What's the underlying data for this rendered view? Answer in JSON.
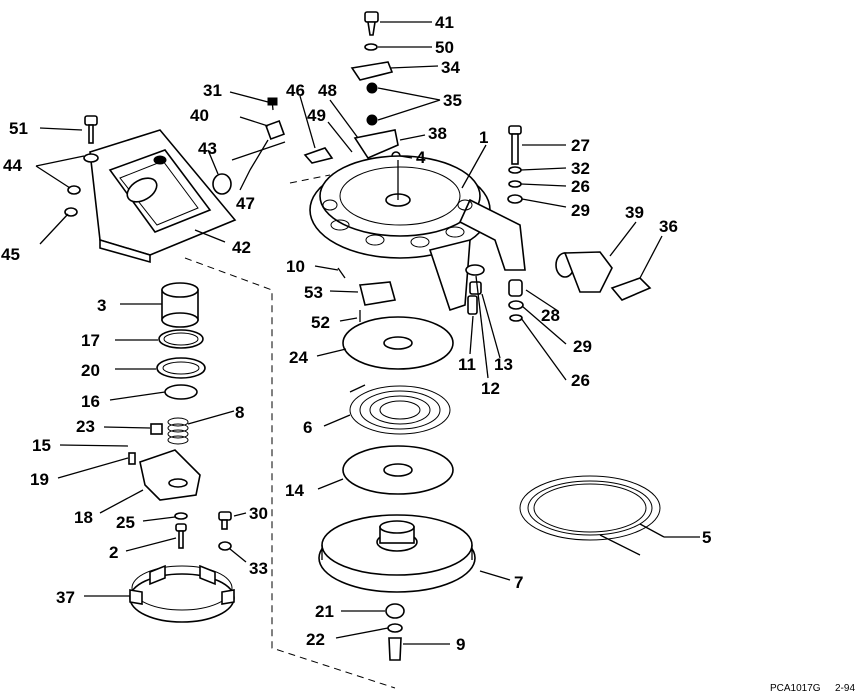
{
  "labels": [
    "41",
    "50",
    "34",
    "35",
    "31",
    "46",
    "48",
    "38",
    "40",
    "49",
    "1",
    "27",
    "4",
    "32",
    "26",
    "29",
    "51",
    "43",
    "44",
    "47",
    "39",
    "36",
    "42",
    "45",
    "10",
    "28",
    "53",
    "3",
    "52",
    "29",
    "17",
    "24",
    "11",
    "13",
    "26",
    "20",
    "12",
    "16",
    "8",
    "23",
    "6",
    "15",
    "19",
    "14",
    "18",
    "30",
    "25",
    "5",
    "2",
    "33",
    "7",
    "37",
    "21",
    "22",
    "9"
  ],
  "footer": {
    "code": "PCA1017G",
    "date": "2-94"
  },
  "colors": {
    "ink": "#000000",
    "paper": "#ffffff"
  }
}
